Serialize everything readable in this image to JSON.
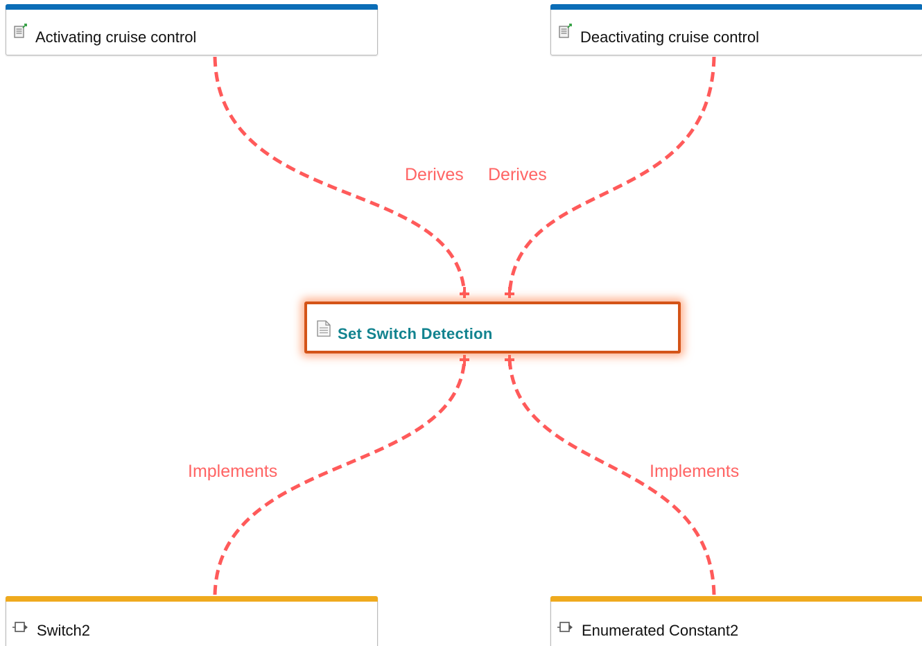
{
  "colors": {
    "link": "#ff5a5a",
    "link_label": "#ff6464",
    "requirement_bar": "#0b6db7",
    "design_bar": "#efaa1e",
    "selected_border": "#d45418",
    "selected_text": "#12838f"
  },
  "nodes": {
    "top_left": {
      "label": "Activating cruise control",
      "icon": "derived-requirement-icon"
    },
    "top_right": {
      "label": "Deactivating cruise control",
      "icon": "derived-requirement-icon"
    },
    "center": {
      "label": "Set Switch Detection",
      "icon": "requirement-document-icon"
    },
    "bottom_left": {
      "label": "Switch2",
      "icon": "block-port-icon"
    },
    "bottom_right": {
      "label": "Enumerated Constant2",
      "icon": "block-port-icon"
    }
  },
  "links": [
    {
      "from": "Activating cruise control",
      "to": "Set Switch Detection",
      "label": "Derives"
    },
    {
      "from": "Deactivating cruise control",
      "to": "Set Switch Detection",
      "label": "Derives"
    },
    {
      "from": "Switch2",
      "to": "Set Switch Detection",
      "label": "Implements"
    },
    {
      "from": "Enumerated Constant2",
      "to": "Set Switch Detection",
      "label": "Implements"
    }
  ]
}
